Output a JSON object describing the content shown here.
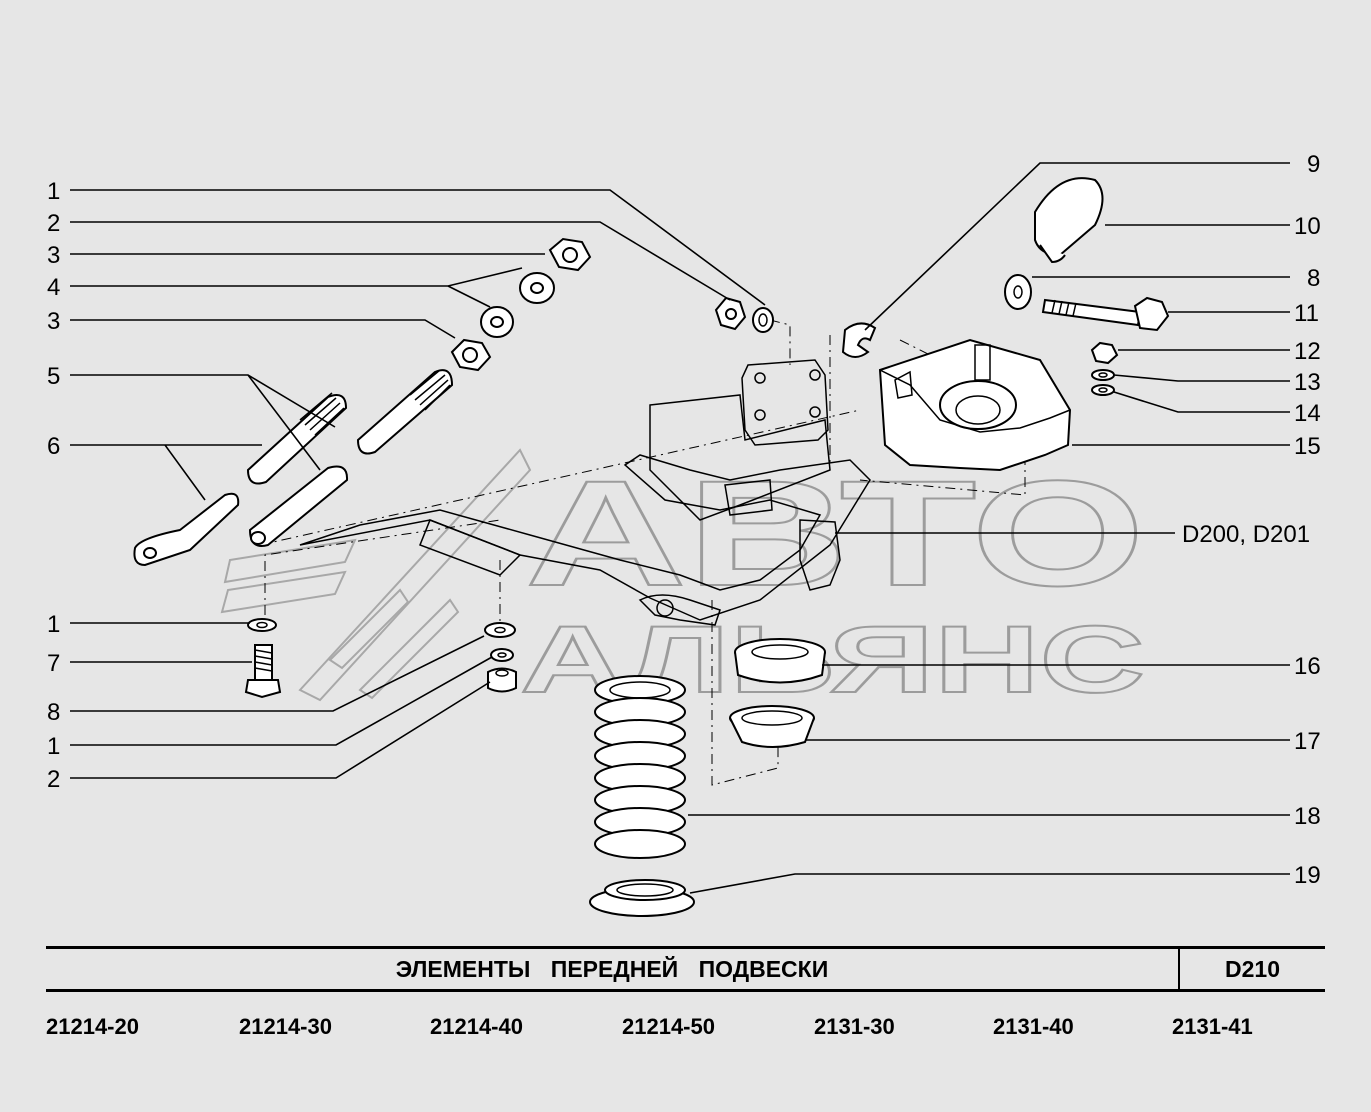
{
  "callouts_left": [
    "1",
    "2",
    "3",
    "4",
    "3",
    "5",
    "6",
    "1",
    "7",
    "8",
    "1",
    "2"
  ],
  "callouts_right": [
    "9",
    "10",
    "8",
    "11",
    "12",
    "13",
    "14",
    "15",
    "D200, D201",
    "16",
    "17",
    "18",
    "19"
  ],
  "watermark": {
    "line1": "АВТО",
    "line2": "АЛЬЯНС"
  },
  "title_block": {
    "title": "ЭЛЕМЕНТЫ   ПЕРЕДНЕЙ   ПОДВЕСКИ",
    "code": "D210"
  },
  "models": [
    "21214-20",
    "21214-30",
    "21214-40",
    "21214-50",
    "2131-30",
    "2131-40",
    "2131-41"
  ],
  "colors": {
    "background": "#e6e6e6",
    "line": "#000000",
    "watermark": "#a8a8a8"
  }
}
